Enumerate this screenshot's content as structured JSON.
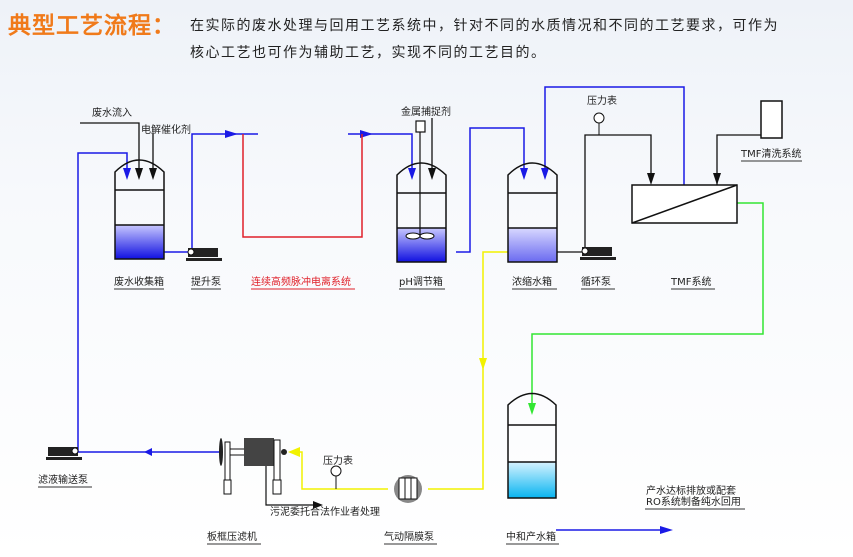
{
  "header": {
    "title": "典型工艺流程：",
    "description_line1": "在实际的废水处理与回用工艺系统中，针对不同的水质情况和不同的工艺要求，可作为",
    "description_line2": "核心工艺也可作为辅助工艺，实现不同的工艺目的。"
  },
  "colors": {
    "title": "#f07a1a",
    "main_flow": "#1a1ae6",
    "electro_loop": "#e0202a",
    "sludge_flow": "#f2f200",
    "product_flow": "#33e633",
    "chemical_flow": "#111111"
  },
  "inputs": {
    "wastewater_in": "废水流入",
    "electrolysis_catalyst": "电解催化剂",
    "metal_capture_agent": "金属捕捉剂"
  },
  "equipment": {
    "wastewater_tank": "废水收集箱",
    "lift_pump": "提升泵",
    "electro_system": "连续高频脉冲电离系统",
    "ph_tank": "pH调节箱",
    "concentrate_tank": "浓缩水箱",
    "circulation_pump": "循环泵",
    "pressure_gauge_top": "压力表",
    "tmf_system": "TMF系统",
    "tmf_cleaning": "TMF清洗系统",
    "filtrate_pump": "滤液输送泵",
    "filter_press": "板框压滤机",
    "sludge_note": "污泥委托合法作业者处理",
    "pressure_gauge_bottom": "压力表",
    "diaphragm_pump": "气动隔膜泵",
    "neutral_tank": "中和产水箱",
    "output_line1": "产水达标排放或配套",
    "output_line2": "RO系统制备纯水回用"
  }
}
